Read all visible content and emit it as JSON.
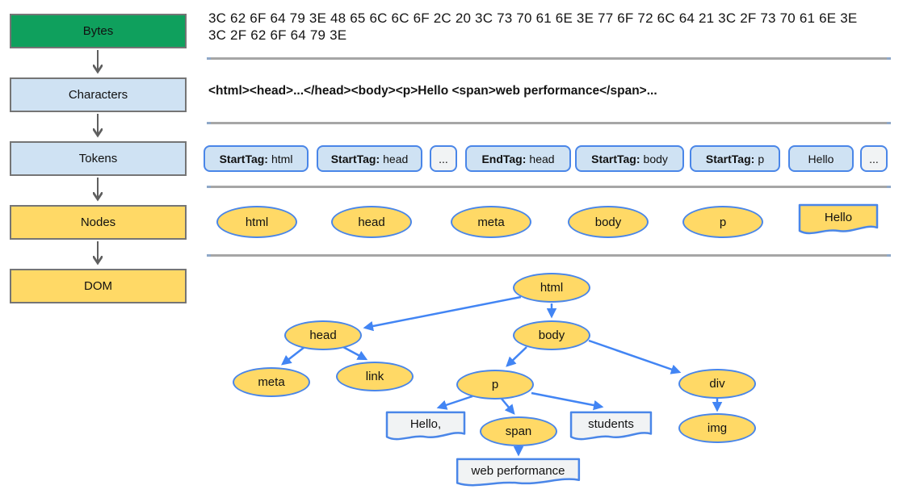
{
  "pipeline": {
    "stages": [
      {
        "label": "Bytes"
      },
      {
        "label": "Characters"
      },
      {
        "label": "Tokens"
      },
      {
        "label": "Nodes"
      },
      {
        "label": "DOM"
      }
    ]
  },
  "bytes_row": {
    "hex_text": "3C 62 6F 64 79 3E 48 65 6C 6C 6F 2C 20 3C 73 70 61 6E 3E 77 6F 72 6C 64 21 3C 2F 73 70 61 6E 3E 3C 2F 62 6F 64 79 3E"
  },
  "characters_row": {
    "markup_text": "<html><head>...</head><body><p>Hello <span>web performance</span>..."
  },
  "tokens_row": {
    "items": [
      {
        "bold": "StartTag:",
        "rest": "html"
      },
      {
        "bold": "StartTag:",
        "rest": "head"
      },
      {
        "bold": "",
        "rest": "..."
      },
      {
        "bold": "EndTag:",
        "rest": "head"
      },
      {
        "bold": "StartTag:",
        "rest": "body"
      },
      {
        "bold": "StartTag:",
        "rest": "p"
      },
      {
        "bold": "",
        "rest": "Hello"
      },
      {
        "bold": "",
        "rest": "..."
      }
    ]
  },
  "nodes_row": {
    "items": [
      "html",
      "head",
      "meta",
      "body",
      "p"
    ],
    "hello": "Hello"
  },
  "dom_tree": {
    "nodes": {
      "html": "html",
      "head": "head",
      "body": "body",
      "meta": "meta",
      "link": "link",
      "p": "p",
      "div": "div",
      "span": "span",
      "img": "img",
      "hello": "Hello,",
      "students": "students",
      "webperf": "web performance"
    }
  },
  "colors": {
    "stage_green": "#0fa05d",
    "stage_light_blue": "#cfe2f3",
    "stage_yellow": "#ffd966",
    "node_border_blue": "#4a86e8",
    "arrow_blue": "#4285f4",
    "divider_gray": "#a6a6a6"
  }
}
